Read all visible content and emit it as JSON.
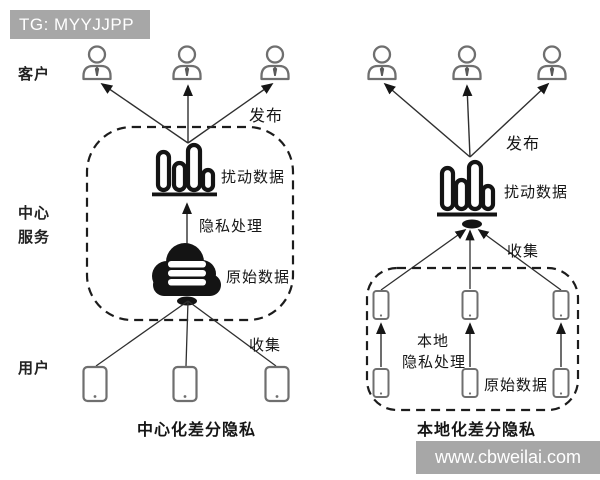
{
  "header": {
    "watermark": "TG: MYYJJPP"
  },
  "footer": {
    "watermark": "www.cbweilai.com"
  },
  "colors": {
    "banner_bg": "#a7a7a7",
    "banner_text": "#ffffff",
    "line": "#2f2f2f",
    "icon_gray": "#6f6f6f",
    "ink": "#141414"
  },
  "row_labels": {
    "customer": "客户",
    "central_service_line1": "中心",
    "central_service_line2": "服务",
    "user": "用户"
  },
  "left_diagram": {
    "publish": "发布",
    "perturbed_data": "扰动数据",
    "privacy_processing": "隐私处理",
    "raw_data": "原始数据",
    "collect": "收集",
    "caption": "中心化差分隐私"
  },
  "right_diagram": {
    "publish": "发布",
    "perturbed_data": "扰动数据",
    "collect": "收集",
    "local_line1": "本地",
    "local_line2": "隐私处理",
    "raw_data": "原始数据",
    "caption": "本地化差分隐私"
  }
}
